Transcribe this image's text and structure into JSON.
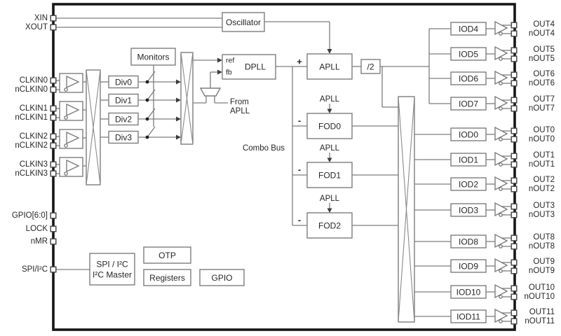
{
  "colors": {
    "line": "#7d7d7d",
    "text": "#262626",
    "chip_border": "#161616",
    "background": "#ffffff"
  },
  "pins": {
    "left": [
      "XIN",
      "XOUT",
      "CLKIN0",
      "nCLKIN0",
      "CLKIN1",
      "nCLKIN1",
      "CLKIN2",
      "nCLKIN2",
      "CLKIN3",
      "nCLKIN3",
      "GPIO[6:0]",
      "LOCK",
      "nMR",
      "SPI/I²C"
    ],
    "right": [
      "OUT4",
      "nOUT4",
      "OUT5",
      "nOUT5",
      "OUT6",
      "nOUT6",
      "OUT7",
      "nOUT7",
      "OUT0",
      "nOUT0",
      "OUT1",
      "nOUT1",
      "OUT2",
      "nOUT2",
      "OUT3",
      "nOUT3",
      "OUT8",
      "nOUT8",
      "OUT9",
      "nOUT9",
      "OUT10",
      "nOUT10",
      "OUT11",
      "nOUT11"
    ]
  },
  "blocks": {
    "oscillator": "Oscillator",
    "monitors": "Monitors",
    "divs": [
      "Div0",
      "Div1",
      "Div2",
      "Div3"
    ],
    "dpll": {
      "name": "DPLL",
      "ref": "ref",
      "fb": "fb"
    },
    "apll": "APLL",
    "half_divider": "/2",
    "fods": [
      "FOD0",
      "FOD1",
      "FOD2"
    ],
    "iods": [
      "IOD4",
      "IOD5",
      "IOD6",
      "IOD7",
      "IOD0",
      "IOD1",
      "IOD2",
      "IOD3",
      "IOD8",
      "IOD9",
      "IOD10",
      "IOD11"
    ],
    "spi": {
      "line1": "SPI / I²C",
      "line2": "I²C Master"
    },
    "otp": "OTP",
    "registers": "Registers",
    "gpio": "GPIO"
  },
  "annotations": {
    "combo_bus": "Combo Bus",
    "from_apll": {
      "line1": "From",
      "line2": "APLL"
    },
    "apll_feed": "APLL",
    "plus": "+",
    "minus": "-"
  }
}
